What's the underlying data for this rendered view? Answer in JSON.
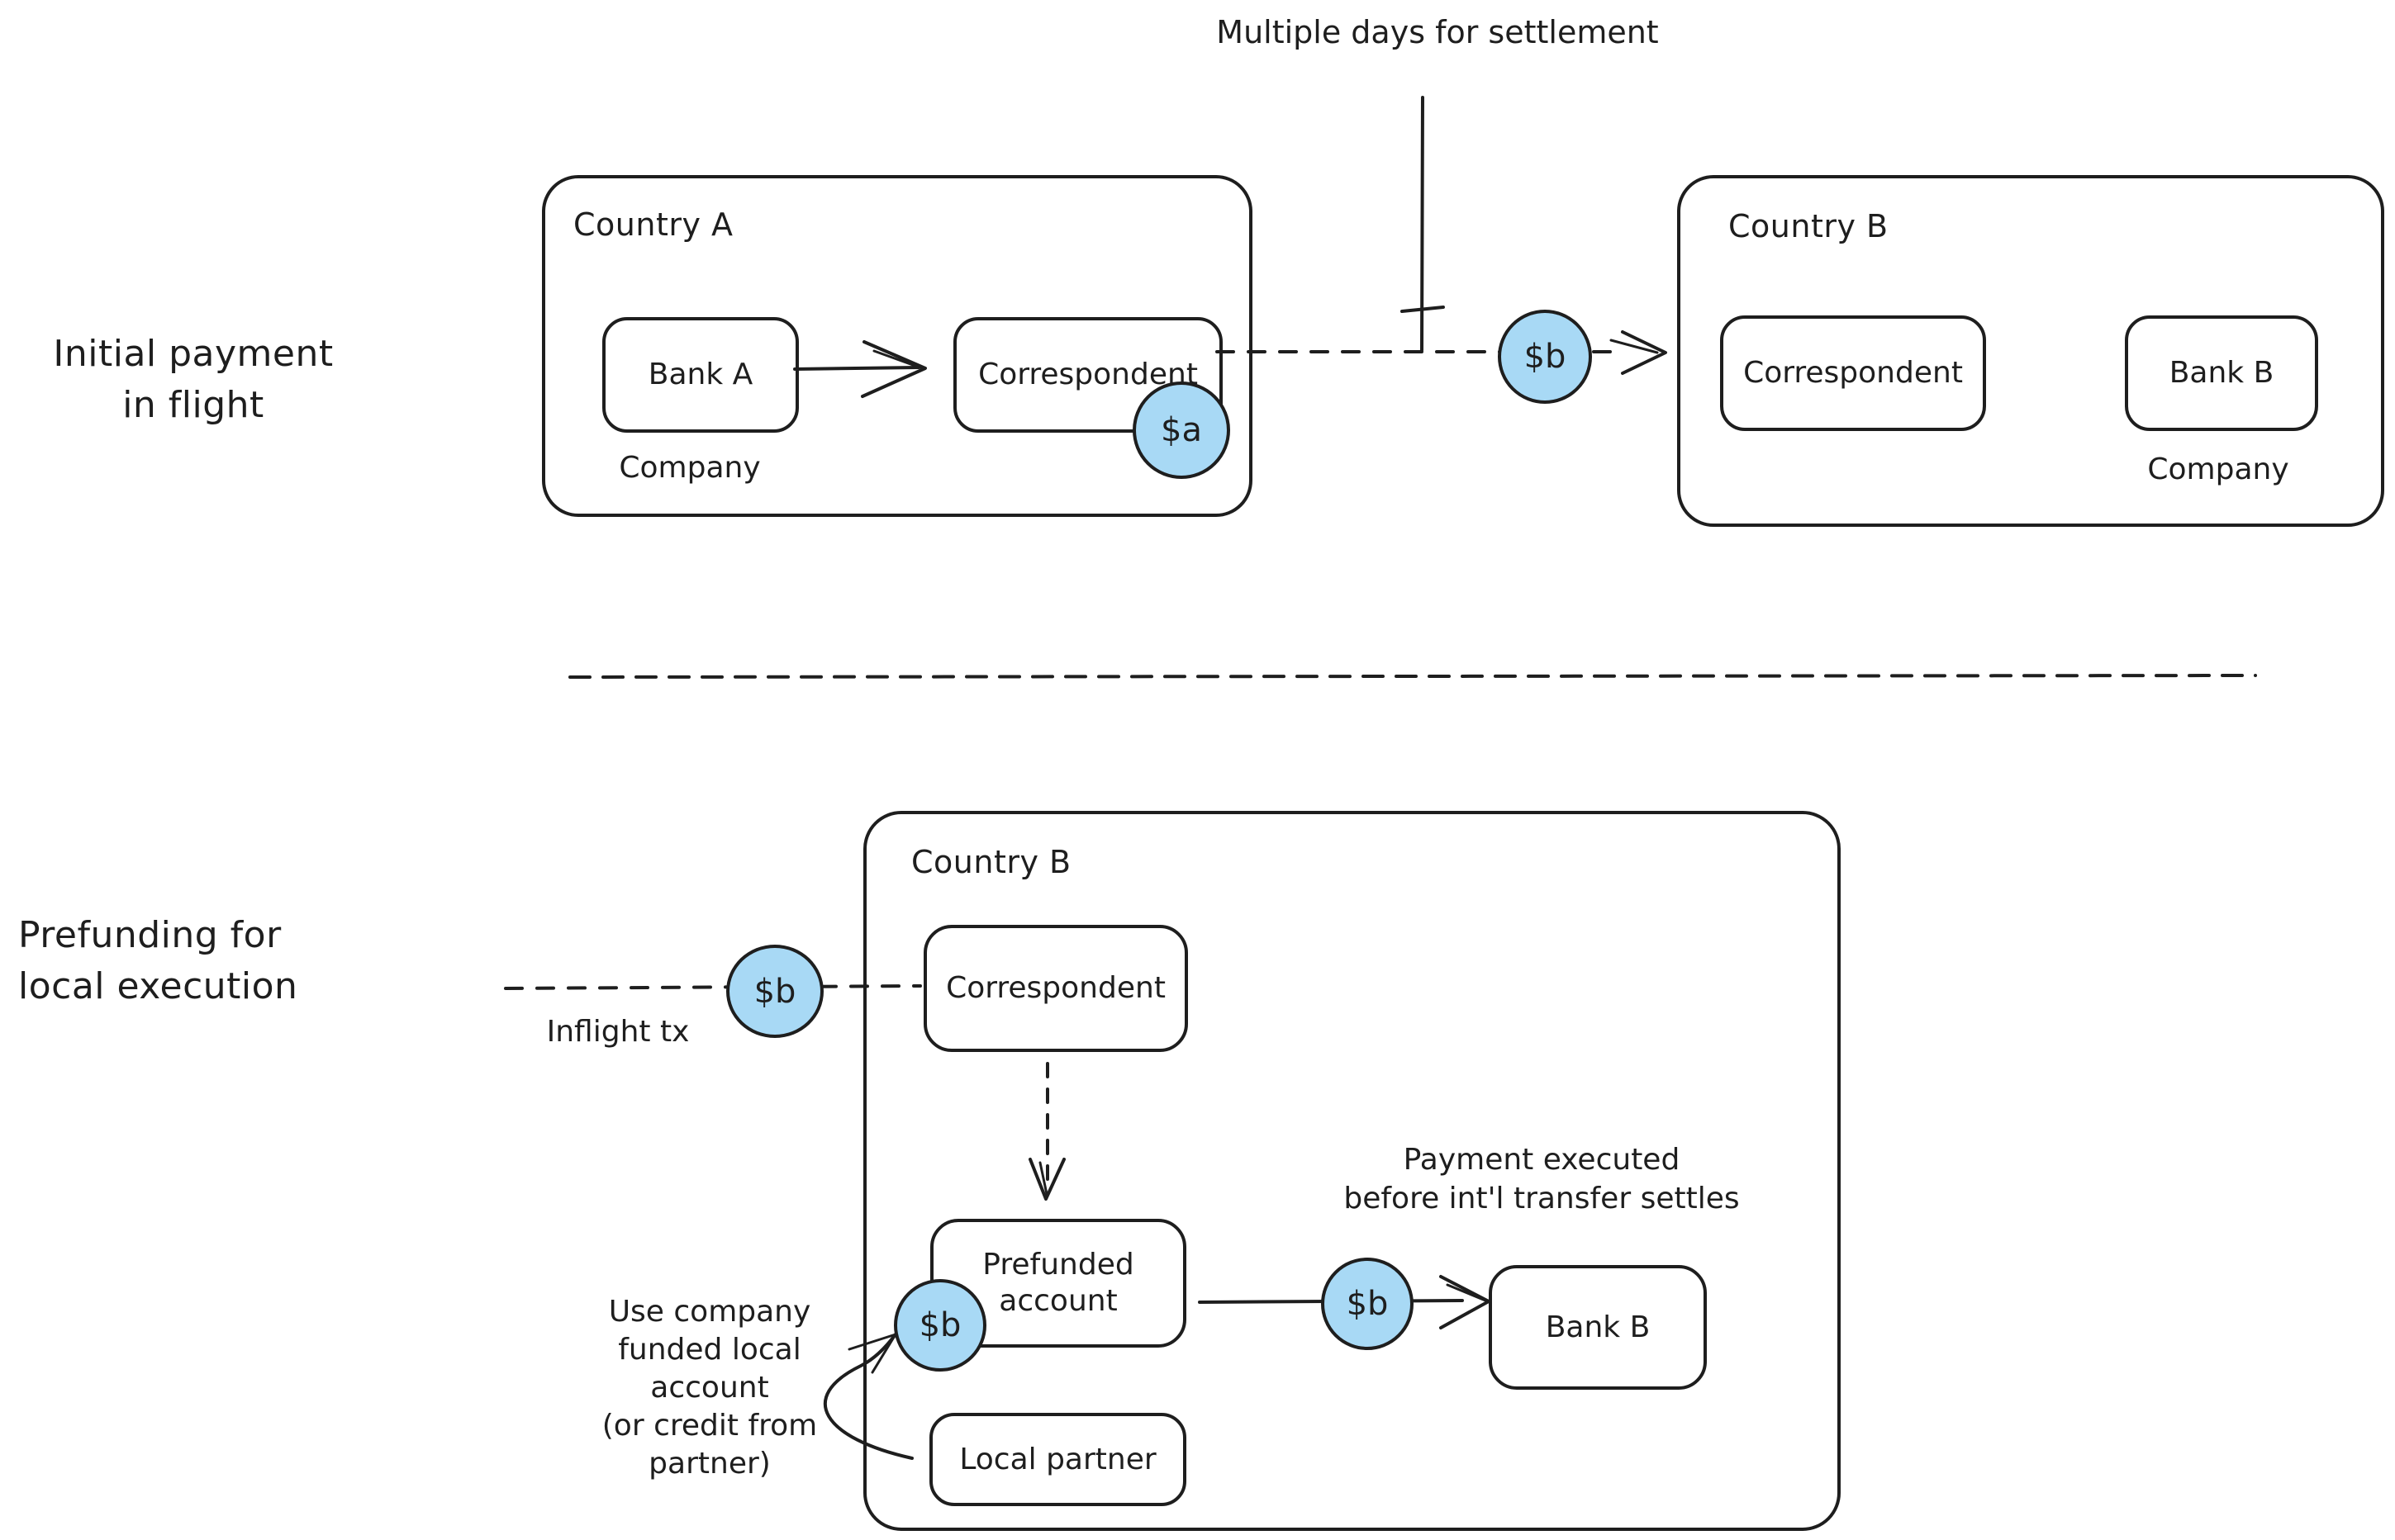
{
  "colors": {
    "stroke": "#1e1e1e",
    "badge_fill": "#a8d9f5",
    "canvas_bg": "#ffffff"
  },
  "section_labels": {
    "initial": "Initial payment\nin flight",
    "prefunding": "Prefunding for\nlocal execution"
  },
  "annotations": {
    "settlement": "Multiple days for settlement",
    "inflight_tx": "Inflight tx",
    "payment_executed": "Payment executed\nbefore int'l transfer settles",
    "funding_source": "Use company\nfunded local\naccount\n(or credit from\npartner)"
  },
  "top": {
    "country_a": {
      "label": "Country A",
      "bank": "Bank A",
      "correspondent": "Correspondent",
      "company": "Company",
      "badge": "$a"
    },
    "transfer_badge": "$b",
    "country_b": {
      "label": "Country B",
      "correspondent": "Correspondent",
      "bank": "Bank B",
      "company": "Company"
    }
  },
  "bottom": {
    "inflight_badge": "$b",
    "country_b": {
      "label": "Country B",
      "correspondent": "Correspondent",
      "prefunded_account": "Prefunded\naccount",
      "prefunded_badge": "$b",
      "payout_badge": "$b",
      "bank": "Bank B",
      "local_partner": "Local partner"
    }
  }
}
